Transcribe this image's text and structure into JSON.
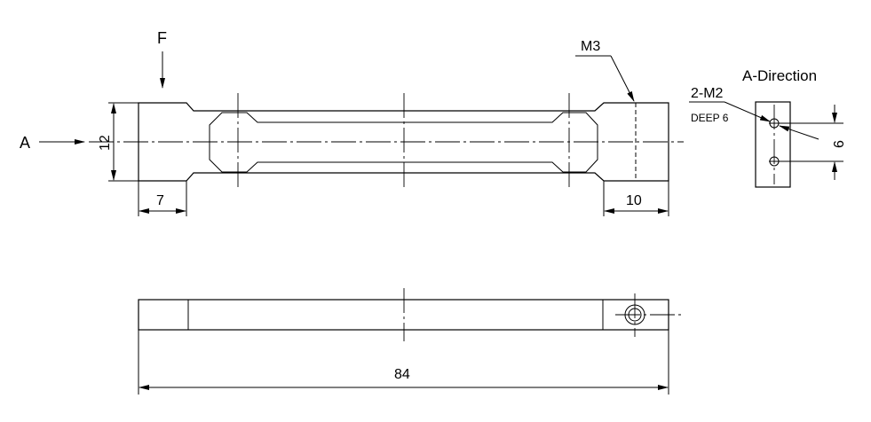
{
  "labels": {
    "force": "F",
    "view_direction": "A",
    "thread_top": "M3",
    "a_direction_title": "A-Direction",
    "holes_callout": "2-M2",
    "holes_depth": "DEEP 6"
  },
  "dimensions": {
    "height": "12",
    "left_end": "7",
    "right_end": "10",
    "hole_spacing": "6",
    "overall_length": "84"
  }
}
